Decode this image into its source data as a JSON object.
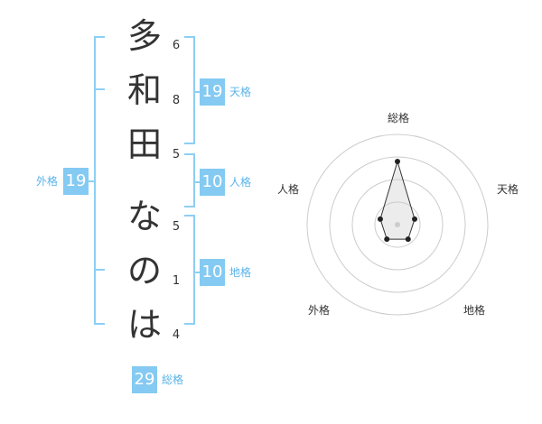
{
  "name": {
    "characters": [
      {
        "char": "多",
        "strokes": "6"
      },
      {
        "char": "和",
        "strokes": "8"
      },
      {
        "char": "田",
        "strokes": "5"
      },
      {
        "char": "な",
        "strokes": "5"
      },
      {
        "char": "の",
        "strokes": "1"
      },
      {
        "char": "は",
        "strokes": "4"
      }
    ]
  },
  "kaku": {
    "ten": {
      "label": "天格",
      "value": "19"
    },
    "jin": {
      "label": "人格",
      "value": "10"
    },
    "chi": {
      "label": "地格",
      "value": "10"
    },
    "gai": {
      "label": "外格",
      "value": "19"
    },
    "sou": {
      "label": "総格",
      "value": "29"
    }
  },
  "chart_data": {
    "type": "radar",
    "axes": [
      "総格",
      "天格",
      "地格",
      "外格",
      "人格"
    ],
    "values": [
      3.5,
      1,
      1,
      1,
      1
    ],
    "rmax": 5,
    "rings": 4
  },
  "colors": {
    "accent": "#84caf2",
    "label": "#5ab3ea",
    "text": "#333333"
  }
}
